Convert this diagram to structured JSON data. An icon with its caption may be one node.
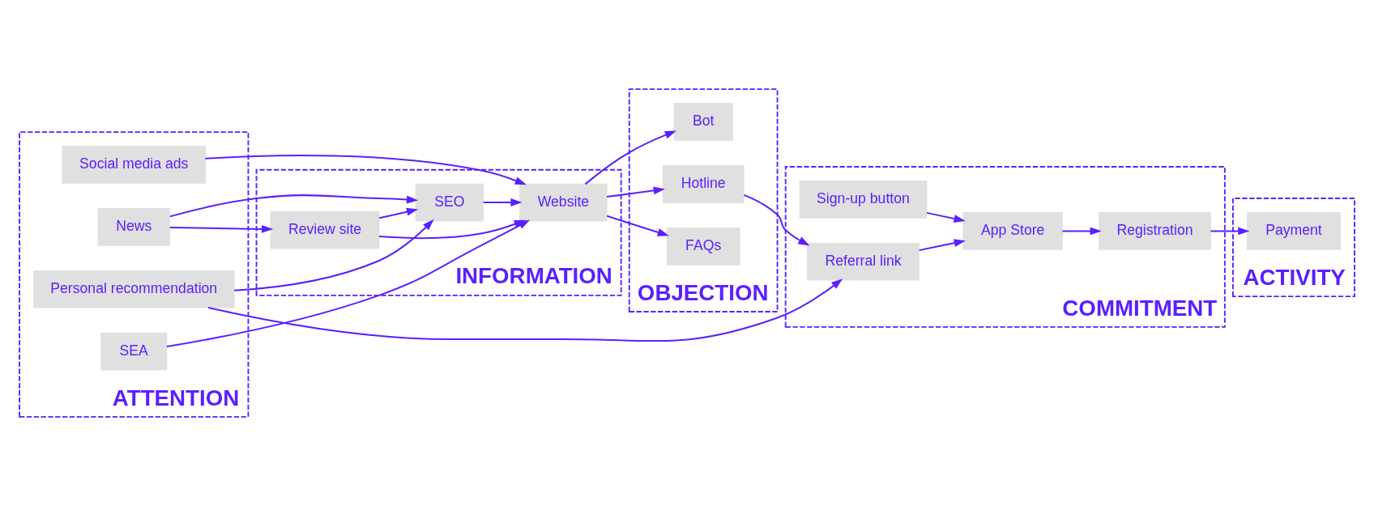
{
  "diagram": {
    "nodes": [
      {
        "text": [
          "ATTENTION"
        ]
      },
      {
        "text": [
          "Social media ads"
        ],
        "in": 0
      },
      {
        "text": [
          "SEA"
        ],
        "in": 0
      },
      {
        "text": [
          "News"
        ],
        "in": 0
      },
      {
        "text": [
          "Personal recommendation"
        ],
        "in": 0
      },
      {
        "text": [
          "INFORMATION"
        ]
      },
      {
        "text": [
          "Website"
        ],
        "in": 5
      },
      {
        "text": [
          "SEO"
        ],
        "in": 5
      },
      {
        "text": [
          "Review site"
        ],
        "in": 5
      },
      {
        "text": [
          "OBJECTION"
        ]
      },
      {
        "text": [
          "FAQs"
        ],
        "in": 9
      },
      {
        "text": [
          "Bot"
        ],
        "in": 9
      },
      {
        "text": [
          "Hotline"
        ],
        "in": 9
      },
      {
        "text": [
          "COMMITMENT"
        ]
      },
      {
        "text": [
          "Sign-up button"
        ],
        "in": 13
      },
      {
        "text": [
          "App Store"
        ],
        "in": 13
      },
      {
        "text": [
          "Registration"
        ],
        "in": 13
      },
      {
        "text": [
          "Referral link"
        ],
        "in": 13
      },
      {
        "text": [
          "ACTIVITY"
        ]
      },
      {
        "text": [
          "Payment"
        ],
        "in": 18
      }
    ],
    "edges": [
      {
        "from": 1,
        "to": 6,
        "arrow": "to"
      },
      {
        "from": 2,
        "to": 6,
        "arrow": "to"
      },
      {
        "from": 3,
        "to": 7,
        "arrow": "to"
      },
      {
        "from": 3,
        "to": 8,
        "arrow": "to"
      },
      {
        "from": 4,
        "to": 7,
        "arrow": "to"
      },
      {
        "from": 4,
        "to": 17,
        "arrow": "to"
      },
      {
        "from": 7,
        "to": 6,
        "arrow": "to"
      },
      {
        "from": 8,
        "to": 7,
        "arrow": "to"
      },
      {
        "from": 8,
        "to": 6,
        "arrow": "to"
      },
      {
        "from": 6,
        "to": 10,
        "arrow": "to"
      },
      {
        "from": 6,
        "to": 11,
        "arrow": "to"
      },
      {
        "from": 6,
        "to": 12,
        "arrow": "to"
      },
      {
        "from": 12,
        "to": 17,
        "arrow": "to"
      },
      {
        "from": 14,
        "to": 15,
        "arrow": "to"
      },
      {
        "from": 17,
        "to": 15,
        "arrow": "to"
      },
      {
        "from": 15,
        "to": 16,
        "arrow": "to"
      },
      {
        "from": 16,
        "to": 19,
        "arrow": "to"
      }
    ]
  }
}
